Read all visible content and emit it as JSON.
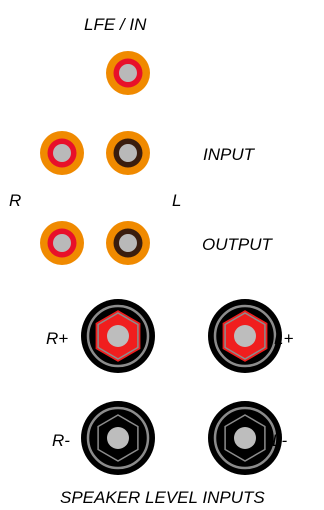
{
  "labels": {
    "lfe_in": "LFE / IN",
    "input": "INPUT",
    "output": "OUTPUT",
    "r": "R",
    "l": "L",
    "r_plus": "R+",
    "l_plus": "L+",
    "r_minus": "R-",
    "l_minus": "L-",
    "speaker_level_inputs": "SPEAKER LEVEL INPUTS"
  },
  "colors": {
    "rca_outer": "#f08a00",
    "rca_ring_red": "#e8102a",
    "rca_ring_black": "#3a1d0e",
    "rca_center": "#b9b9b9",
    "binding_post_body": "#000000",
    "binding_post_ring": "#8c8c8c",
    "binding_post_red": "#f01e1e",
    "binding_post_center": "#bdbdbd"
  },
  "connectors": [
    {
      "id": "lfe-in-jack",
      "type": "rca",
      "ring": "red"
    },
    {
      "id": "input-r-jack",
      "type": "rca",
      "ring": "red"
    },
    {
      "id": "input-l-jack",
      "type": "rca",
      "ring": "black"
    },
    {
      "id": "output-r-jack",
      "type": "rca",
      "ring": "red"
    },
    {
      "id": "output-l-jack",
      "type": "rca",
      "ring": "black"
    },
    {
      "id": "speaker-r-plus",
      "type": "binding-post",
      "color": "red"
    },
    {
      "id": "speaker-l-plus",
      "type": "binding-post",
      "color": "red"
    },
    {
      "id": "speaker-r-minus",
      "type": "binding-post",
      "color": "black"
    },
    {
      "id": "speaker-l-minus",
      "type": "binding-post",
      "color": "black"
    }
  ]
}
